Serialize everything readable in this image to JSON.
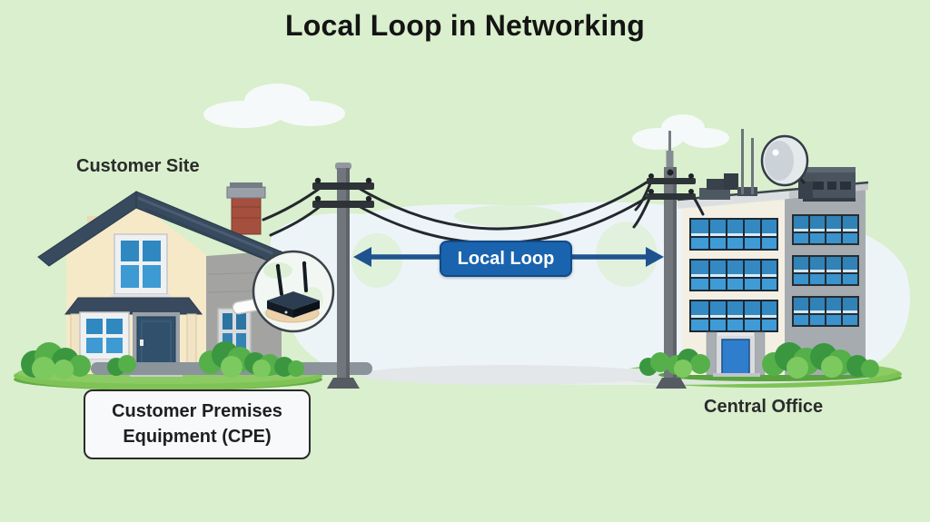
{
  "title": "Local Loop in Networking",
  "labels": {
    "customer_site": "Customer Site",
    "local_loop": "Local Loop",
    "central_office": "Central Office",
    "cpe_line1": "Customer Premises",
    "cpe_line2": "Equipment (CPE)"
  },
  "colors": {
    "background": "#d9efcd",
    "badge_blue": "#1a63ae",
    "badge_border": "#114a86",
    "arrow_blue": "#1e538f"
  }
}
